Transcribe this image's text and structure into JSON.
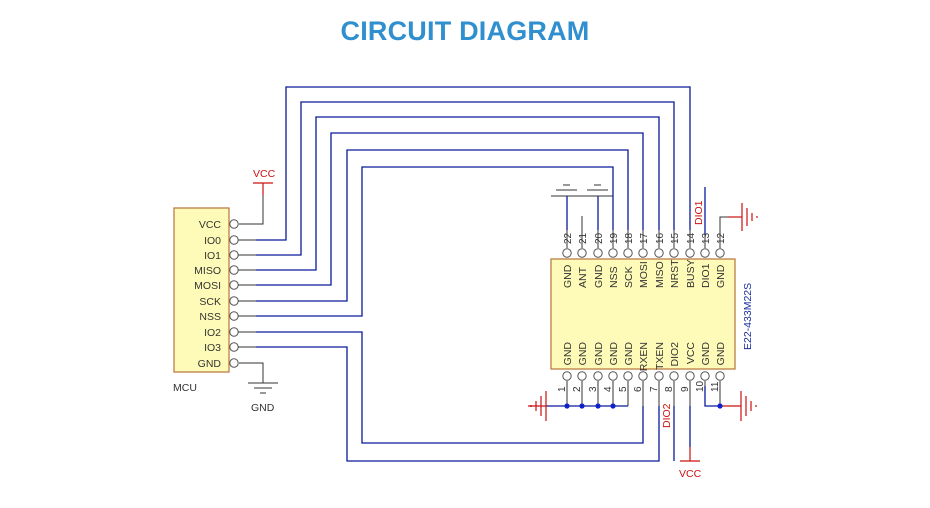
{
  "title": "CIRCUIT DIAGRAM",
  "colors": {
    "title": "#2f8fcf",
    "wire_signal": "#0a1a9a",
    "wire_lead": "#333333",
    "power": "#cc1111",
    "chip_fill": "#fefbb8",
    "chip_border": "#b8733a",
    "junction": "#1020d0",
    "part_label": "#1a2fa0"
  },
  "mcu": {
    "name": "MCU",
    "pins": [
      "VCC",
      "IO0",
      "IO1",
      "MISO",
      "MOSI",
      "SCK",
      "NSS",
      "IO2",
      "IO3",
      "GND"
    ]
  },
  "module": {
    "part_number": "E22-433M22S",
    "top_pins": [
      {
        "num": "22",
        "name": "GND"
      },
      {
        "num": "21",
        "name": "ANT"
      },
      {
        "num": "20",
        "name": "GND"
      },
      {
        "num": "19",
        "name": "NSS"
      },
      {
        "num": "18",
        "name": "SCK"
      },
      {
        "num": "17",
        "name": "MOSI"
      },
      {
        "num": "16",
        "name": "MISO"
      },
      {
        "num": "15",
        "name": "NRST"
      },
      {
        "num": "14",
        "name": "BUSY"
      },
      {
        "num": "13",
        "name": "DIO1"
      },
      {
        "num": "12",
        "name": "GND"
      }
    ],
    "bottom_pins": [
      {
        "num": "1",
        "name": "GND"
      },
      {
        "num": "2",
        "name": "GND"
      },
      {
        "num": "3",
        "name": "GND"
      },
      {
        "num": "4",
        "name": "GND"
      },
      {
        "num": "5",
        "name": "GND"
      },
      {
        "num": "6",
        "name": "RXEN"
      },
      {
        "num": "7",
        "name": "TXEN"
      },
      {
        "num": "8",
        "name": "DIO2"
      },
      {
        "num": "9",
        "name": "VCC"
      },
      {
        "num": "10",
        "name": "GND"
      },
      {
        "num": "11",
        "name": "GND"
      }
    ]
  },
  "net_labels": {
    "mcu_vcc": "VCC",
    "mcu_gnd": "GND",
    "dio1": "DIO1",
    "dio2": "DIO2",
    "module_vcc": "VCC"
  },
  "connections": [
    {
      "from": "MCU.IO0",
      "to": "BUSY"
    },
    {
      "from": "MCU.IO1",
      "to": "NRST"
    },
    {
      "from": "MCU.MISO",
      "to": "MISO"
    },
    {
      "from": "MCU.MOSI",
      "to": "MOSI"
    },
    {
      "from": "MCU.SCK",
      "to": "SCK"
    },
    {
      "from": "MCU.NSS",
      "to": "NSS"
    },
    {
      "from": "MCU.IO2",
      "to": "RXEN"
    },
    {
      "from": "MCU.IO3",
      "to": "TXEN"
    }
  ]
}
